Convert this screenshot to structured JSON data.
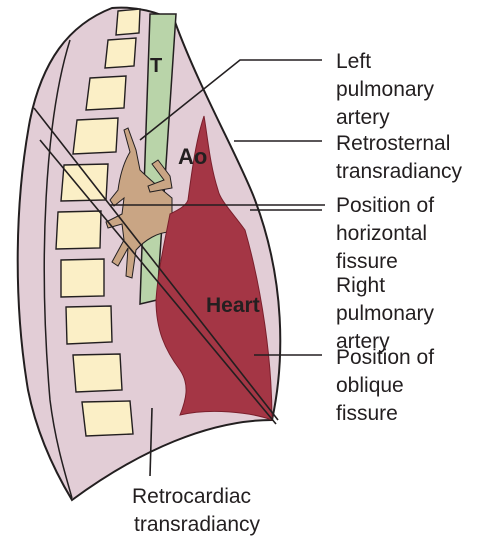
{
  "diagram": {
    "structures": {
      "trachea": "T",
      "aorta": "Ao",
      "heart": "Heart"
    },
    "labels": [
      {
        "id": "left-pulmonary-artery",
        "lines": [
          "Left",
          "pulmonary",
          "artery"
        ]
      },
      {
        "id": "retrosternal-transradiancy",
        "lines": [
          "Retrosternal",
          "transradiancy"
        ]
      },
      {
        "id": "horizontal-fissure",
        "lines": [
          "Position of",
          "horizontal",
          "fissure"
        ]
      },
      {
        "id": "right-pulmonary-artery",
        "lines": [
          "Right",
          "pulmonary",
          "artery"
        ]
      },
      {
        "id": "oblique-fissure",
        "lines": [
          "Position of",
          "oblique",
          "fissure"
        ]
      },
      {
        "id": "retrocardiac-transradiancy",
        "lines": [
          "Retrocardiac",
          "transradiancy"
        ]
      }
    ],
    "colors": {
      "lung": "#e2cdd6",
      "heart": "#a43645",
      "trachea": "#b9d4a9",
      "vessels": "#c9a584",
      "vertebra": "#fbefc6",
      "outline": "#231f20"
    }
  }
}
